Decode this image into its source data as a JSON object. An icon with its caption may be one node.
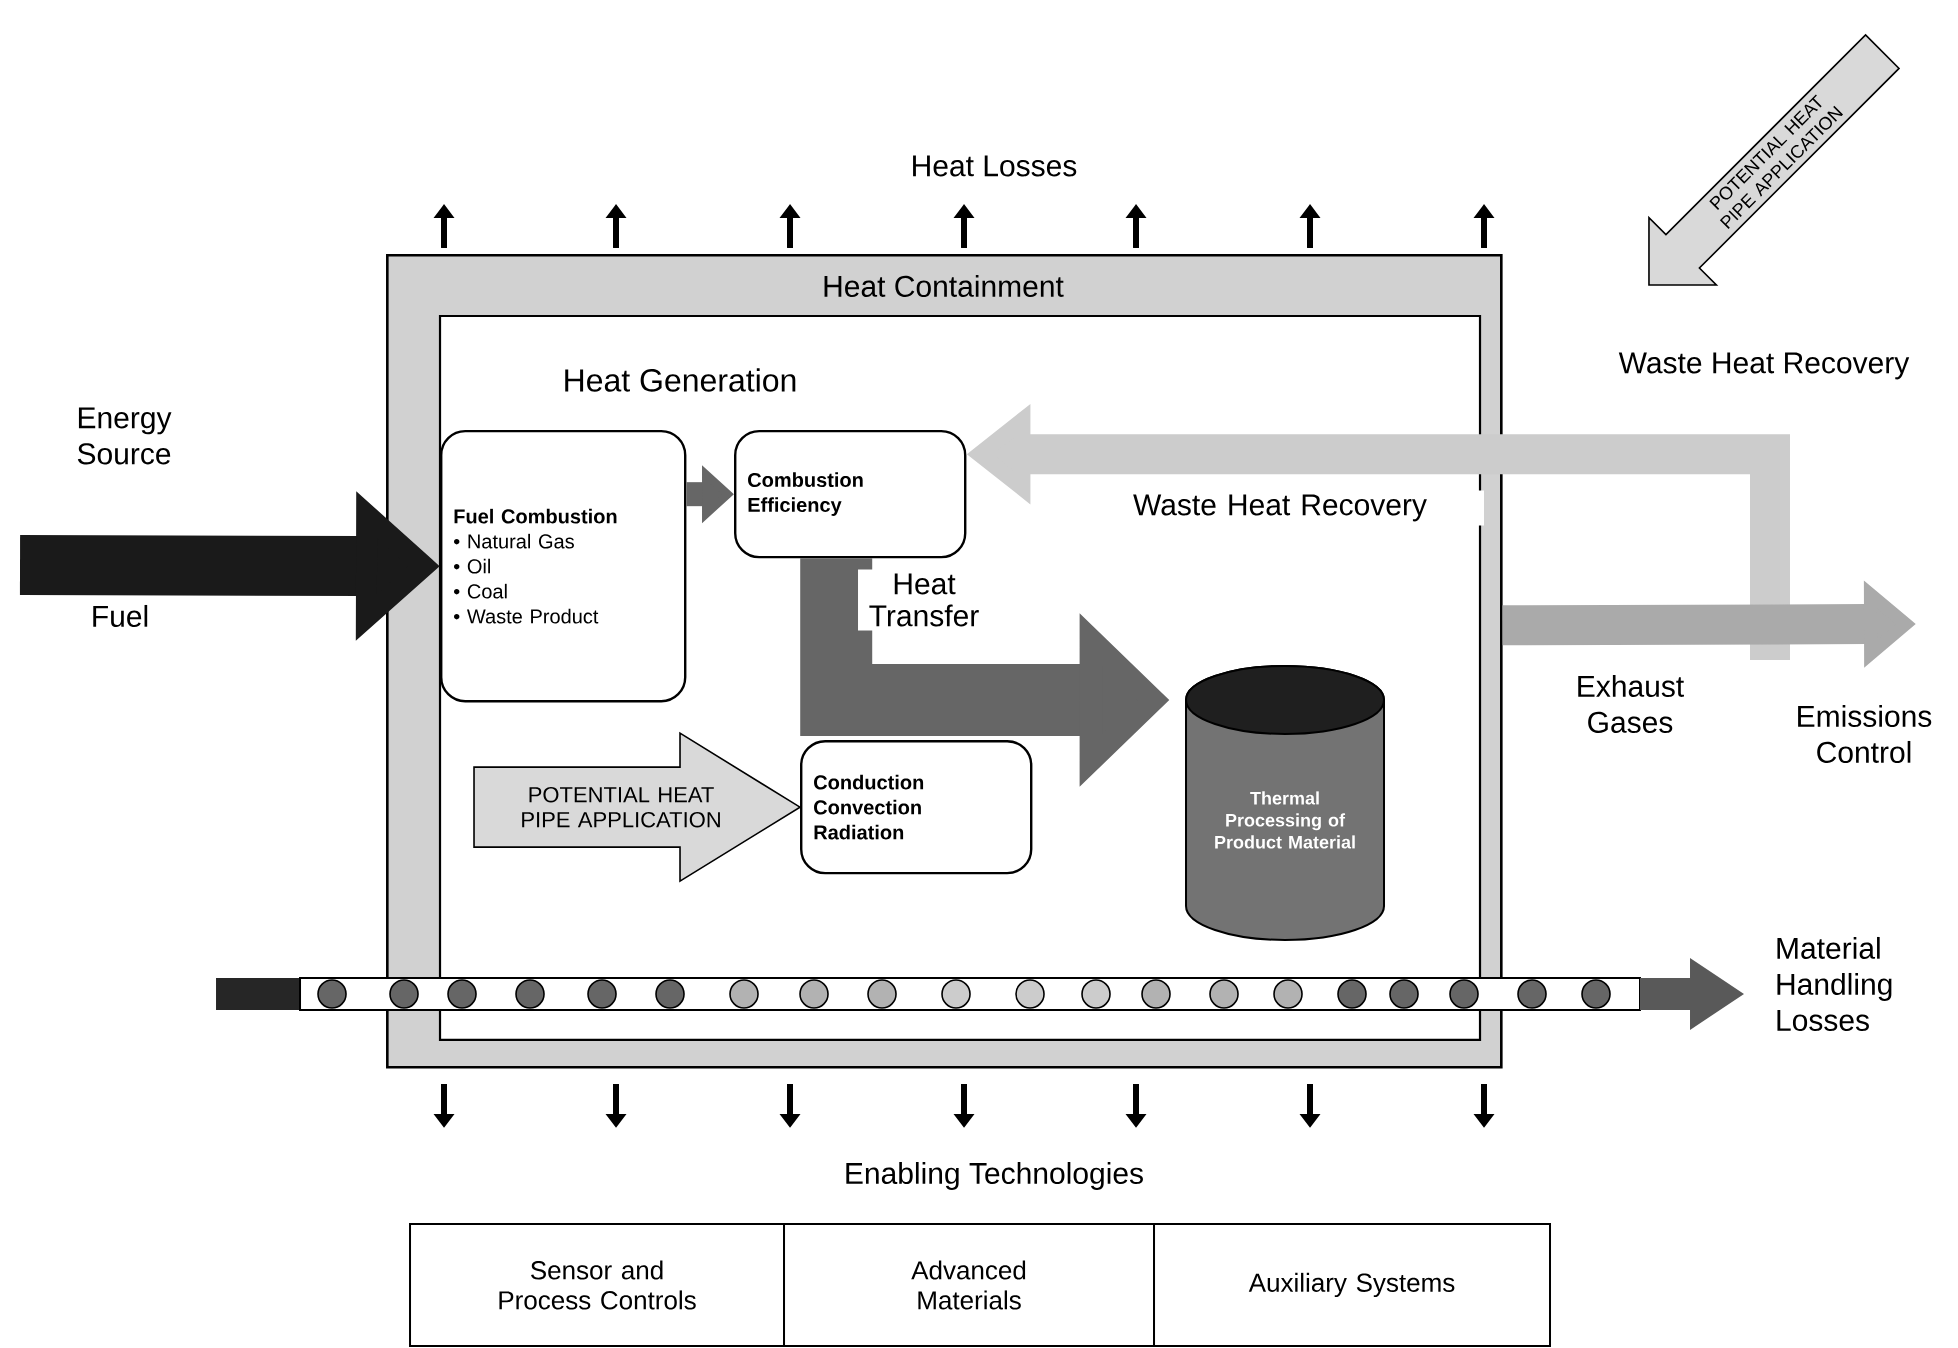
{
  "diagram": {
    "nodes": [
      {
        "text": [
          "Heat Containment"
        ]
      },
      {
        "text": [
          "Fuel Combustion",
          "• Natural Gas",
          "• Oil",
          "• Coal",
          "• Waste Product"
        ],
        "in": 0
      },
      {
        "text": [
          "Combustion Efficiency"
        ],
        "in": 0
      },
      {
        "text": [
          "Conduction",
          "Convection",
          "Radiation"
        ],
        "in": 0
      },
      {
        "text": [
          "Thermal Processing of Product Material"
        ],
        "in": 0
      },
      {
        "text": [
          "POTENTIAL HEAT PIPE APPLICATION"
        ]
      }
    ],
    "edges": [
      {
        "from": null,
        "to": 1,
        "arrow": "to",
        "color": "#1a1a1a"
      },
      {
        "from": 1,
        "to": 2,
        "arrow": "to",
        "color": "#666666"
      },
      {
        "from": 2,
        "to": 4,
        "arrow": "to",
        "label": "Heat Transfer",
        "style": "thick",
        "color": "#666666"
      },
      {
        "from": null,
        "to": 2,
        "arrow": "to",
        "label": "Waste Heat Recovery",
        "color": "#cccccc"
      },
      {
        "from": 0,
        "to": null,
        "arrow": "to",
        "color": "#aaaaaa"
      },
      {
        "from": null,
        "to": 3,
        "arrow": "to",
        "label": "POTENTIAL HEAT PIPE APPLICATION",
        "color": "#d9d9d9"
      }
    ],
    "labels": [
      "Heat Losses",
      "Heat Generation",
      "Energy Source",
      "Fuel",
      "Waste Heat Recovery",
      "Exhaust Gases",
      "Emissions Control",
      "Material Handling Losses",
      "Enabling Technologies",
      "Sensor and Process Controls",
      "Advanced Materials",
      "Auxiliary Systems"
    ]
  }
}
